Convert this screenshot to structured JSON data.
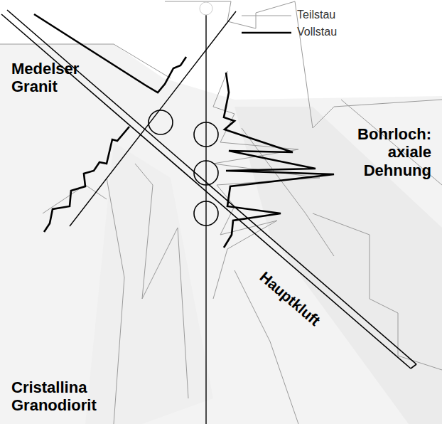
{
  "diagram": {
    "labels": [
      "Medelser Granit",
      "Bohrloch: axiale Dehnung",
      "Hauptkluft",
      "Cristallina Granodiorit"
    ],
    "legend": [
      {
        "text": "Teilstau"
      },
      {
        "text": "Vollstau"
      }
    ]
  }
}
